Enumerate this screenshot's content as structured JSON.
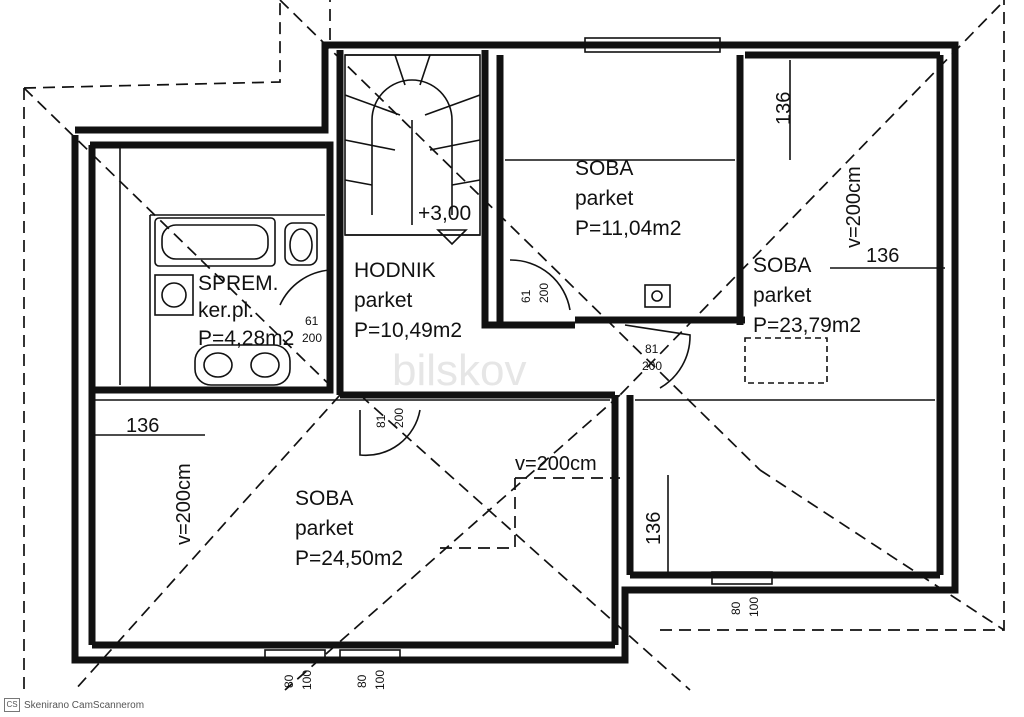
{
  "rooms": {
    "sprem": {
      "name": "SPREM.",
      "floor": "ker.pl.",
      "area": "P=4,28m2"
    },
    "hodnik": {
      "name": "HODNIK",
      "floor": "parket",
      "area": "P=10,49m2"
    },
    "soba_top": {
      "name": "SOBA",
      "floor": "parket",
      "area": "P=11,04m2"
    },
    "soba_right": {
      "name": "SOBA",
      "floor": "parket",
      "area": "P=23,79m2"
    },
    "soba_bottom": {
      "name": "SOBA",
      "floor": "parket",
      "area": "P=24,50m2"
    }
  },
  "level": "+3,00",
  "dimensions": {
    "d136_top": "136",
    "d136_right": "136",
    "d136_left": "136",
    "d136_mid": "136",
    "v200_right": "v=200cm",
    "v200_left": "v=200cm",
    "v200_mid": "v=200cm"
  },
  "openings": {
    "door_sprem": {
      "w": "61",
      "h": "200"
    },
    "door_soba_top": {
      "w": "61",
      "h": "200"
    },
    "door_soba_right": {
      "w": "81",
      "h": "200"
    },
    "door_soba_bottom": {
      "w": "81",
      "h": "200"
    },
    "window_bottom_1": {
      "w": "80",
      "h": "100"
    },
    "window_bottom_2": {
      "w": "80",
      "h": "100"
    },
    "window_right": {
      "w": "80",
      "h": "100"
    }
  },
  "watermark": "bilskov",
  "footer": {
    "logo": "CS",
    "text": "Skenirano CamScannerom"
  }
}
